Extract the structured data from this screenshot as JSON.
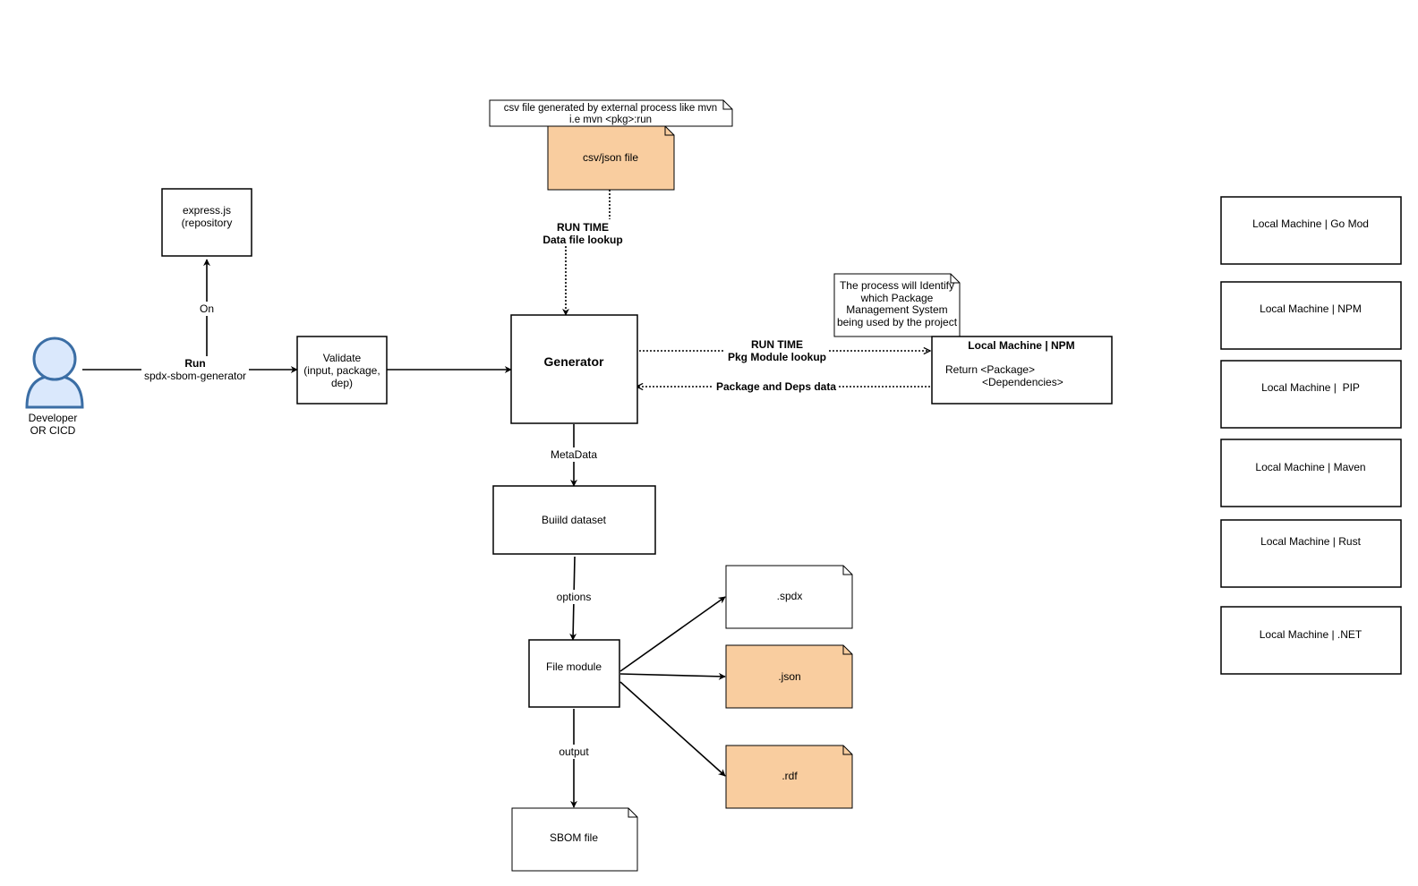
{
  "colors": {
    "file_fill_orange": "#f9cd9f",
    "file_fill_white": "#ffffff",
    "actor_stroke": "#3b6ea5",
    "actor_fill": "#dae8fc",
    "line": "#000000"
  },
  "actor": {
    "icon": "person-icon",
    "line1": "Developer",
    "line2": "OR CICD"
  },
  "nodes": {
    "express": {
      "line1": "express.js",
      "line2": "(repository"
    },
    "validate": {
      "line1": "Validate",
      "line2": "(input, package,",
      "line3": "dep)"
    },
    "generator": {
      "label": "Generator"
    },
    "build": {
      "label": "Buiild dataset"
    },
    "file_module": {
      "label": "File module"
    },
    "csv_file": {
      "label": "csv/json file"
    },
    "sbom_file": {
      "label": "SBOM file"
    },
    "spdx": {
      "label": ".spdx"
    },
    "json": {
      "label": ".json"
    },
    "rdf": {
      "label": ".rdf"
    },
    "npm_box": {
      "title": "Local Machine | NPM",
      "line1": "Return <Package>",
      "line2": "<Dependencies>"
    }
  },
  "notes": {
    "csv_note": {
      "line1": "csv file generated by external process like mvn",
      "line2": "i.e mvn <pkg>:run"
    },
    "process_note": {
      "line1": "The process will Identify",
      "line2": "which Package",
      "line3": "Management System",
      "line4": "being used by the project"
    }
  },
  "edge_labels": {
    "on": "On",
    "run_bold": "Run",
    "run_cmd": "spdx-sbom-generator",
    "runtime1": "RUN TIME",
    "data_lookup": "Data file lookup",
    "runtime2": "RUN TIME",
    "pkg_lookup": "Pkg Module lookup",
    "pkg_deps": "Package and Deps data",
    "metadata": "MetaData",
    "options": "options",
    "output": "output"
  },
  "local_machines": [
    "Local Machine | Go Mod",
    "Local Machine | NPM",
    "Local Machine |  PIP",
    "Local Machine | Maven",
    "Local Machine | Rust",
    "Local Machine | .NET"
  ]
}
